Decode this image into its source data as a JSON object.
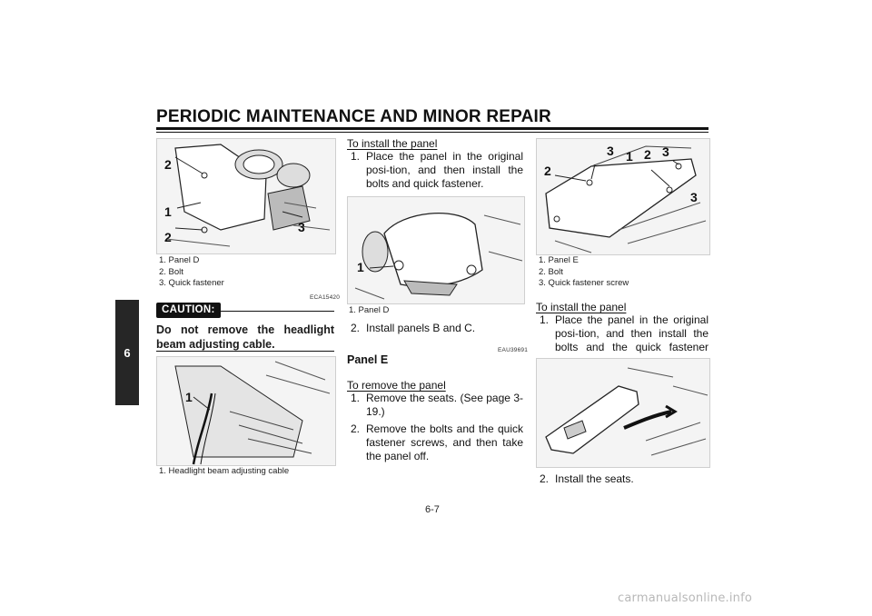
{
  "header": {
    "title": "PERIODIC MAINTENANCE AND MINOR REPAIR"
  },
  "chapter_tab": "6",
  "page_number": "6-7",
  "watermark": "carmanualsonline.info",
  "figure1": {
    "callouts": {
      "c2a": "2",
      "c1": "1",
      "c2b": "2",
      "c3": "3"
    },
    "legend": [
      "1. Panel D",
      "2. Bolt",
      "3. Quick fastener"
    ]
  },
  "caution": {
    "code": "ECA15420",
    "label": "CAUTION:",
    "text": "Do not remove the headlight beam adjusting cable."
  },
  "figure2": {
    "callouts": {
      "c1": "1"
    },
    "legend": [
      "1. Headlight beam adjusting cable"
    ]
  },
  "install_d": {
    "heading": "To install the panel",
    "step1_num": "1.",
    "step1_text": "Place the panel in the original posi-tion, and then install the bolts and quick fastener."
  },
  "figure3": {
    "callouts": {
      "c1": "1"
    },
    "legend": [
      "1. Panel D"
    ]
  },
  "install_d_step2": {
    "num": "2.",
    "text": "Install panels B and C."
  },
  "panel_e": {
    "code": "EAU39691",
    "heading": "Panel E"
  },
  "remove_e": {
    "heading": "To remove the panel",
    "step1_num": "1.",
    "step1_text": "Remove the seats. (See page 3-19.)",
    "step2_num": "2.",
    "step2_text": "Remove the bolts and the quick fastener screws, and then take the panel off."
  },
  "figure4": {
    "callouts": {
      "c2": "2",
      "c3a": "3",
      "c1": "1",
      "c2b": "2",
      "c3b": "3",
      "c3c": "3"
    },
    "legend": [
      "1. Panel E",
      "2. Bolt",
      "3. Quick fastener screw"
    ]
  },
  "install_e": {
    "heading": "To install the panel",
    "step1_num": "1.",
    "step1_text": "Place the panel in the original posi-tion, and then install the bolts and the quick fastener screws.",
    "step2_num": "2.",
    "step2_text": "Install the seats."
  }
}
